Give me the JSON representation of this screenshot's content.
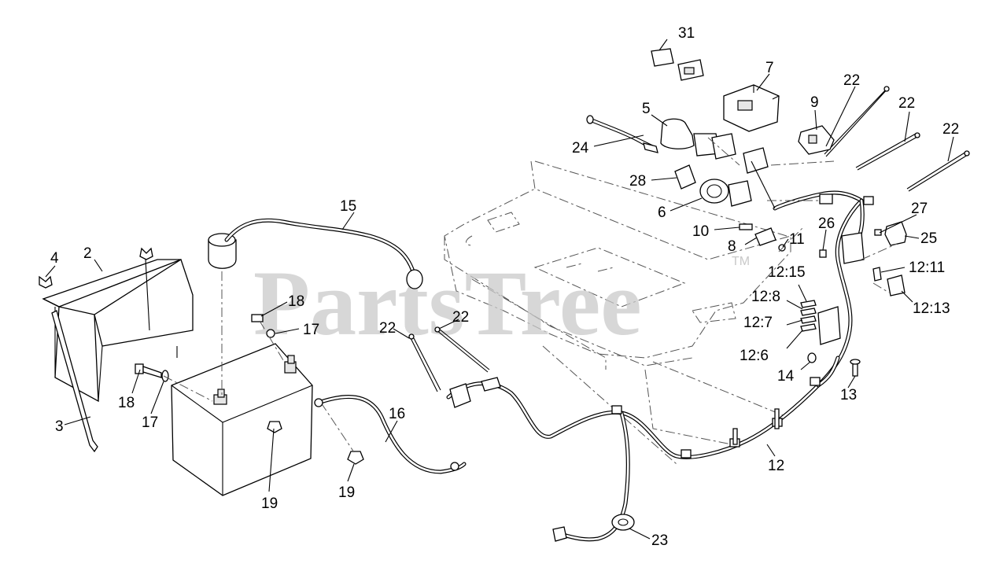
{
  "watermark": {
    "brand": "PartsTree",
    "tm": "TM"
  },
  "callouts": [
    {
      "id": "c-31",
      "text": "31"
    },
    {
      "id": "c-7",
      "text": "7"
    },
    {
      "id": "c-22a",
      "text": "22"
    },
    {
      "id": "c-9",
      "text": "9"
    },
    {
      "id": "c-22b",
      "text": "22"
    },
    {
      "id": "c-5",
      "text": "5"
    },
    {
      "id": "c-22c",
      "text": "22"
    },
    {
      "id": "c-24",
      "text": "24"
    },
    {
      "id": "c-28",
      "text": "28"
    },
    {
      "id": "c-6",
      "text": "6"
    },
    {
      "id": "c-15",
      "text": "15"
    },
    {
      "id": "c-27",
      "text": "27"
    },
    {
      "id": "c-26",
      "text": "26"
    },
    {
      "id": "c-25",
      "text": "25"
    },
    {
      "id": "c-10",
      "text": "10"
    },
    {
      "id": "c-8",
      "text": "8"
    },
    {
      "id": "c-11",
      "text": "11"
    },
    {
      "id": "c-12-15",
      "text": "12:15"
    },
    {
      "id": "c-12-11",
      "text": "12:11"
    },
    {
      "id": "c-4",
      "text": "4"
    },
    {
      "id": "c-2",
      "text": "2"
    },
    {
      "id": "c-12-8",
      "text": "12:8"
    },
    {
      "id": "c-12-13",
      "text": "12:13"
    },
    {
      "id": "c-18a",
      "text": "18"
    },
    {
      "id": "c-12-7",
      "text": "12:7"
    },
    {
      "id": "c-17a",
      "text": "17"
    },
    {
      "id": "c-22d",
      "text": "22"
    },
    {
      "id": "c-22e",
      "text": "22"
    },
    {
      "id": "c-12-6",
      "text": "12:6"
    },
    {
      "id": "c-14",
      "text": "14"
    },
    {
      "id": "c-13",
      "text": "13"
    },
    {
      "id": "c-18b",
      "text": "18"
    },
    {
      "id": "c-17b",
      "text": "17"
    },
    {
      "id": "c-16",
      "text": "16"
    },
    {
      "id": "c-3",
      "text": "3"
    },
    {
      "id": "c-12",
      "text": "12"
    },
    {
      "id": "c-19a",
      "text": "19"
    },
    {
      "id": "c-19b",
      "text": "19"
    },
    {
      "id": "c-23",
      "text": "23"
    }
  ]
}
